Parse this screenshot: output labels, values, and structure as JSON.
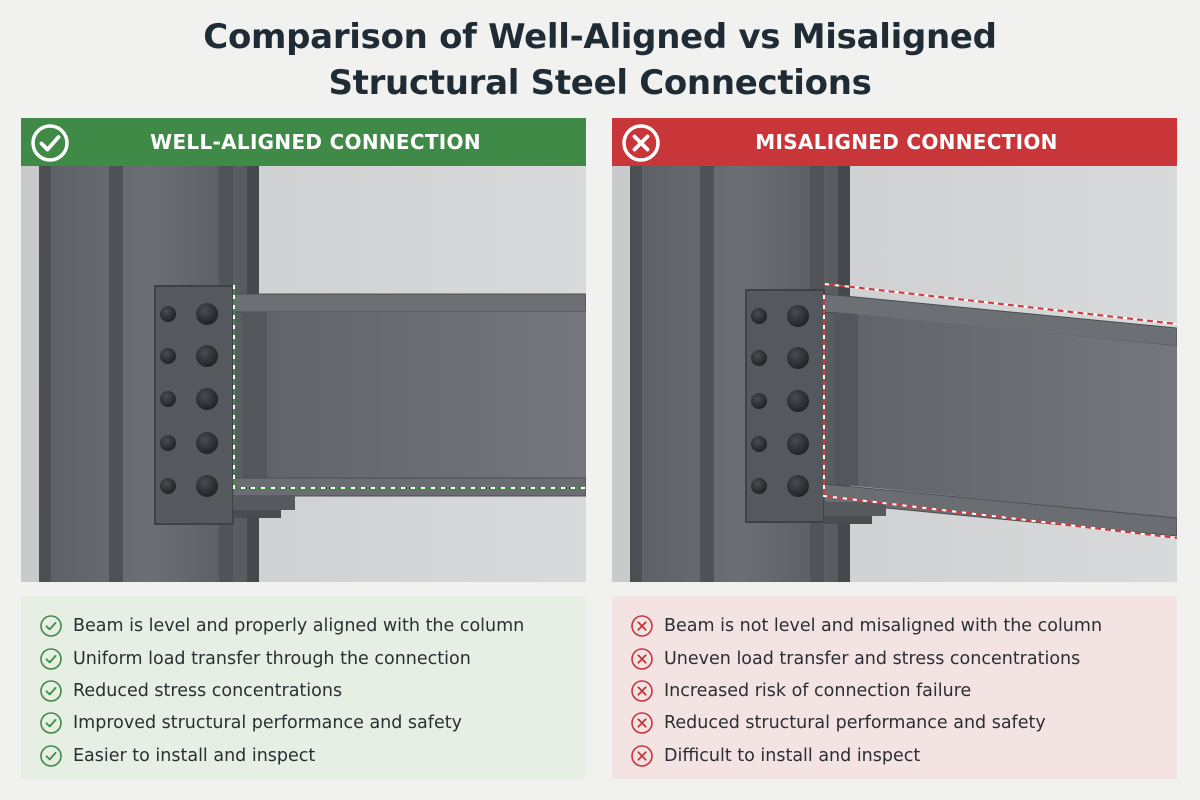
{
  "title": {
    "line1": "Comparison of Well-Aligned vs Misaligned",
    "line2": "Structural Steel Connections"
  },
  "panels": {
    "good": {
      "header": "WELL-ALIGNED CONNECTION",
      "header_icon": "check-circle-icon",
      "accent": "#3e8a46",
      "items": [
        "Beam is level and properly aligned with the column",
        "Uniform load transfer through the connection",
        "Reduced stress concentrations",
        "Improved structural performance and safety",
        "Easier to install and inspect"
      ]
    },
    "bad": {
      "header": "MISALIGNED CONNECTION",
      "header_icon": "x-circle-icon",
      "accent": "#c9363a",
      "items": [
        "Beam is not level and misaligned with the column",
        "Uneven load transfer and stress concentrations",
        "Increased risk of connection failure",
        "Reduced structural performance and safety",
        "Difficult to install and inspect"
      ]
    }
  }
}
